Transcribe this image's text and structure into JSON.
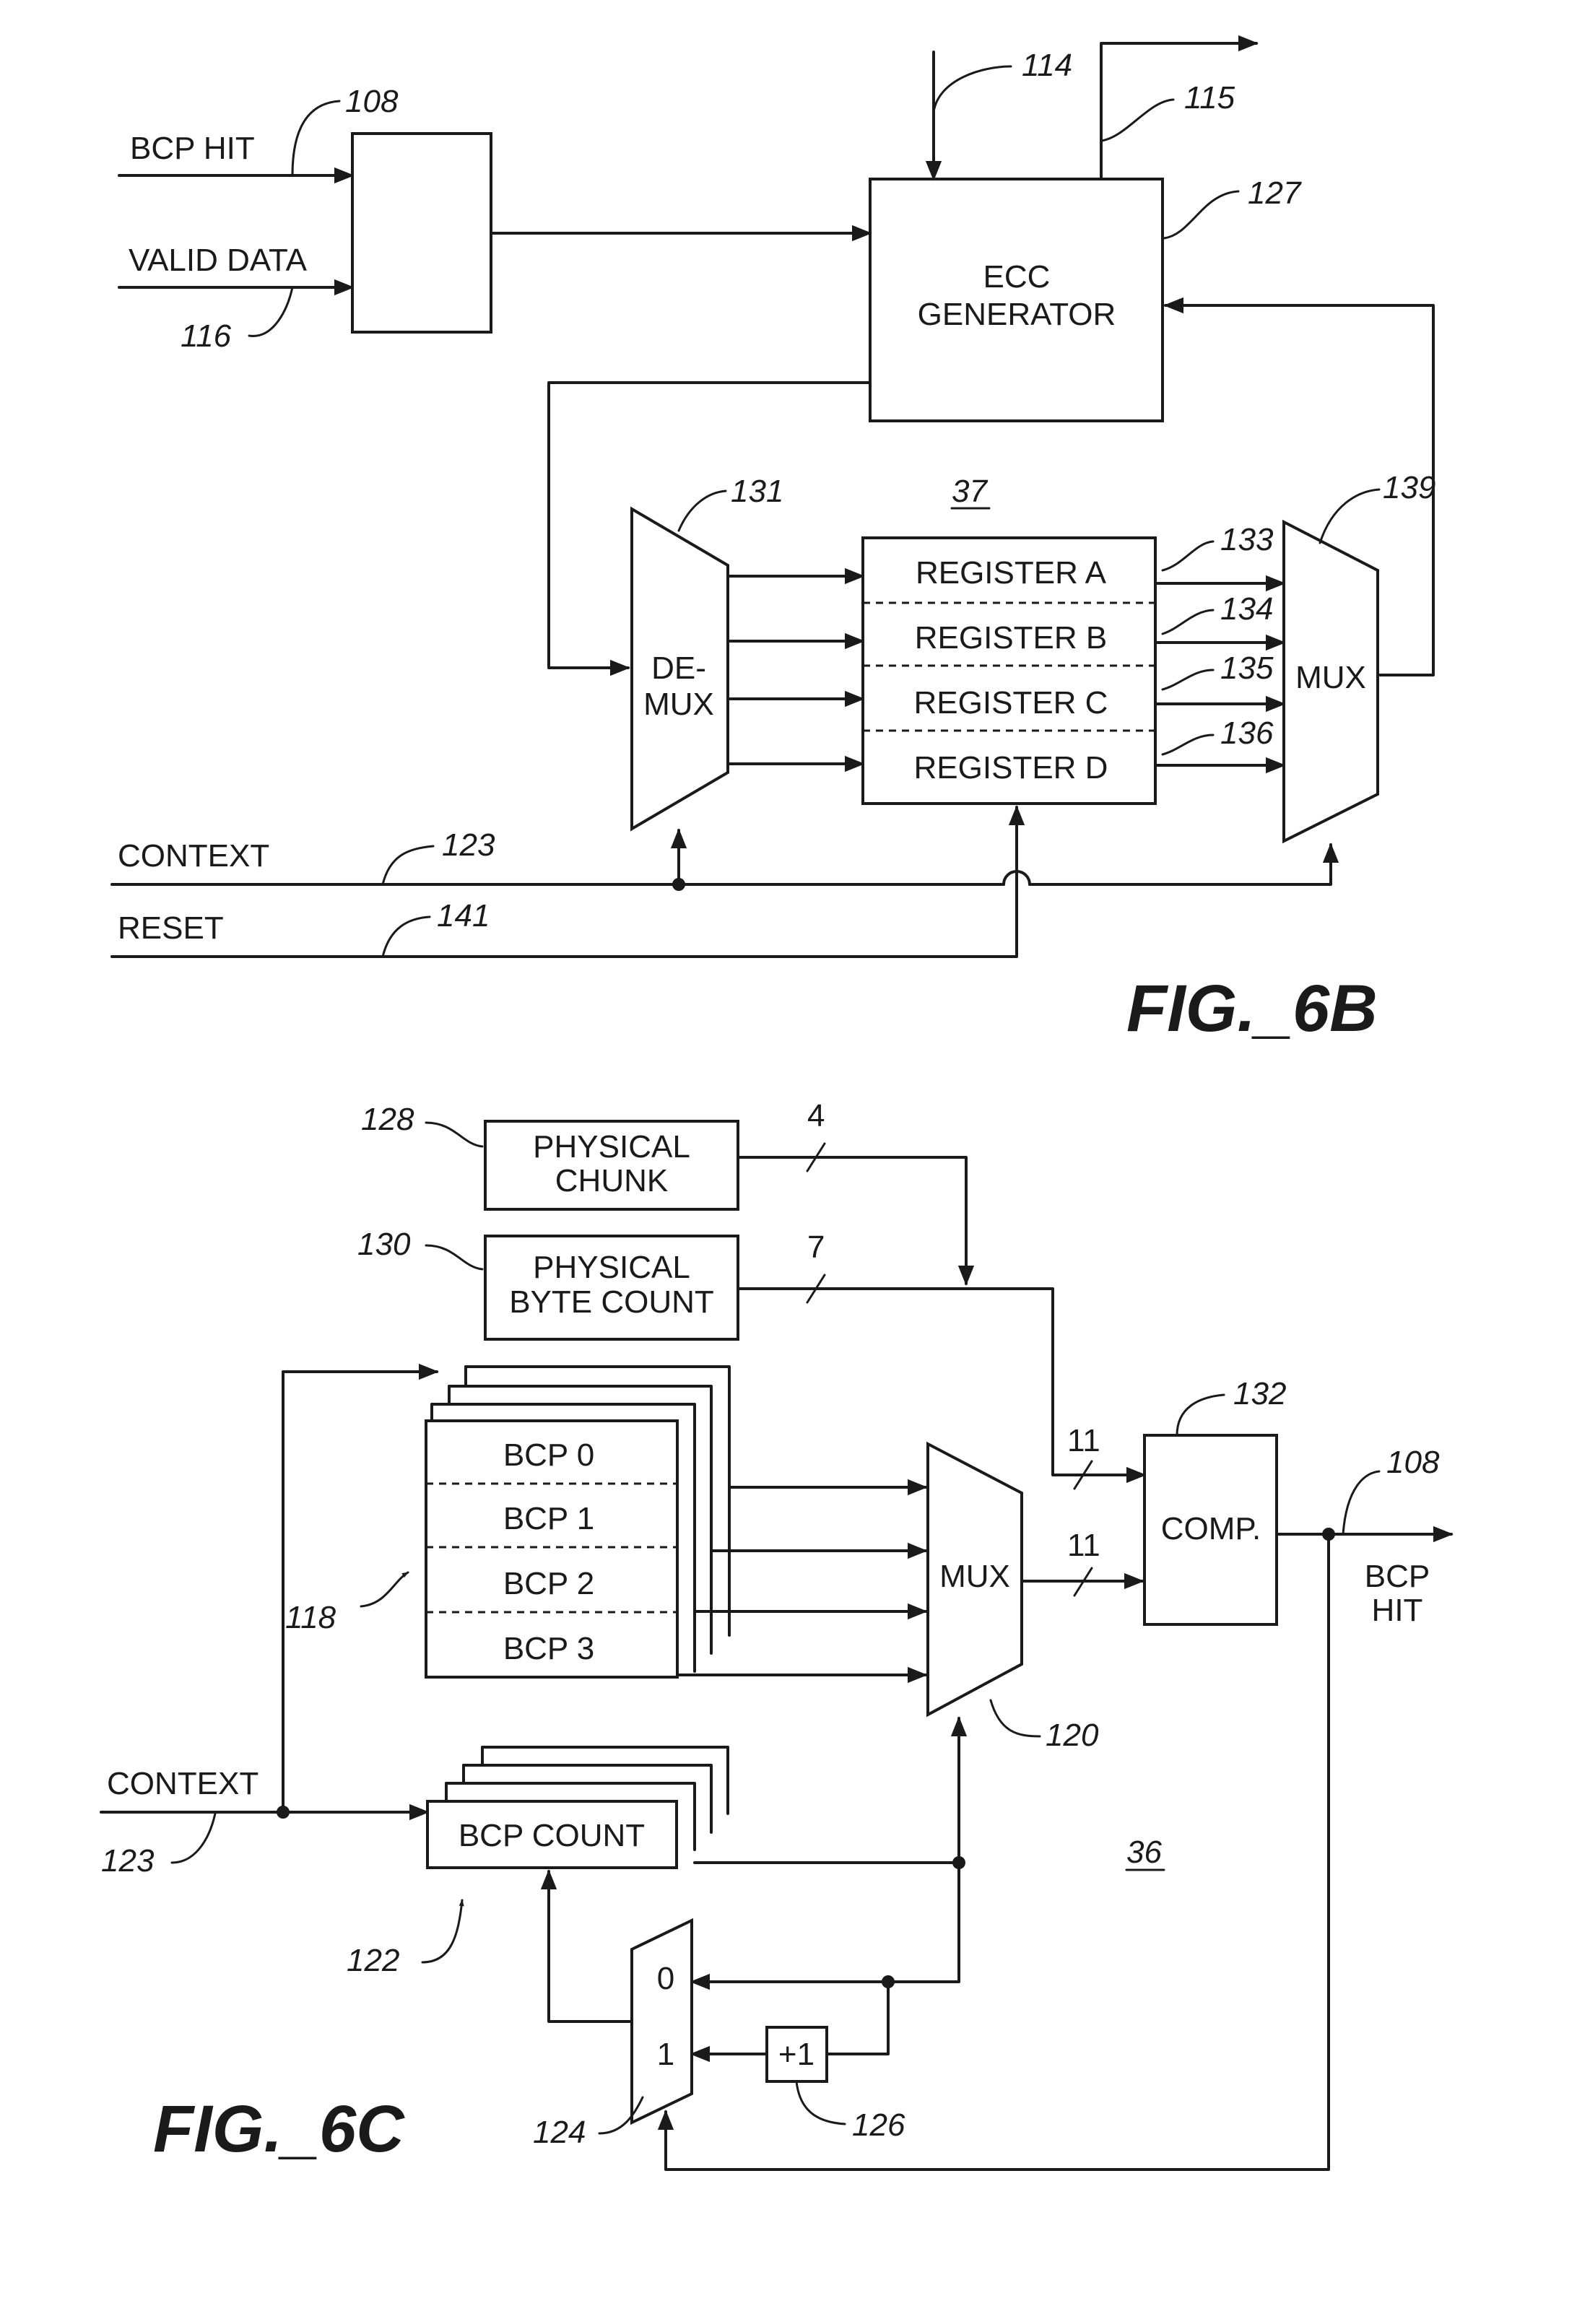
{
  "fig6b": {
    "caption": "FIG._6B",
    "labels": {
      "bcp_hit": "BCP HIT",
      "valid_data": "VALID DATA",
      "ecc_generator_line1": "ECC",
      "ecc_generator_line2": "GENERATOR",
      "demux_line1": "DE-",
      "demux_line2": "MUX",
      "mux": "MUX",
      "register_a": "REGISTER A",
      "register_b": "REGISTER B",
      "register_c": "REGISTER C",
      "register_d": "REGISTER D",
      "context": "CONTEXT",
      "reset": "RESET"
    },
    "refs": {
      "r108": "108",
      "r116": "116",
      "r114": "114",
      "r115": "115",
      "r127": "127",
      "r131": "131",
      "r37": "37",
      "r139": "139",
      "r133": "133",
      "r134": "134",
      "r135": "135",
      "r136": "136",
      "r123": "123",
      "r141": "141"
    }
  },
  "fig6c": {
    "caption": "FIG._6C",
    "labels": {
      "physical_chunk_line1": "PHYSICAL",
      "physical_chunk_line2": "CHUNK",
      "physical_byte_line1": "PHYSICAL",
      "physical_byte_line2": "BYTE COUNT",
      "bcp0": "BCP 0",
      "bcp1": "BCP 1",
      "bcp2": "BCP 2",
      "bcp3": "BCP 3",
      "mux": "MUX",
      "comp": "COMP.",
      "bcp_hit_line1": "BCP",
      "bcp_hit_line2": "HIT",
      "context": "CONTEXT",
      "bcp_count": "BCP COUNT",
      "sel0": "0",
      "sel1": "1",
      "plus1": "+1"
    },
    "bus_widths": {
      "w4": "4",
      "w7": "7",
      "w11a": "11",
      "w11b": "11"
    },
    "refs": {
      "r128": "128",
      "r130": "130",
      "r132": "132",
      "r108": "108",
      "r118": "118",
      "r120": "120",
      "r123": "123",
      "r36": "36",
      "r122": "122",
      "r124": "124",
      "r126": "126"
    }
  }
}
